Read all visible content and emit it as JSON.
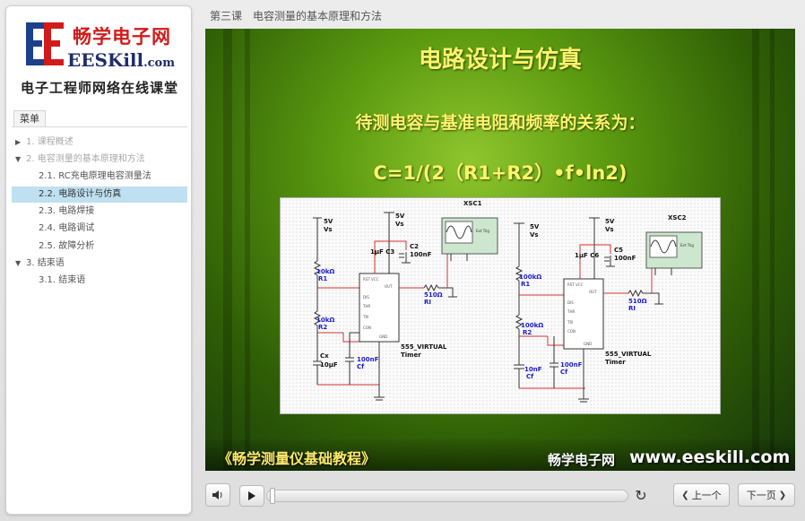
{
  "logo": {
    "brand": "畅学电子网",
    "site_main": "EESKill",
    "site_suffix": ".com",
    "slogan": "电子工程师网络在线课堂"
  },
  "menu": {
    "tab_label": "菜单",
    "items": [
      {
        "label": "1. 课程概述",
        "level": 1,
        "expanded": false,
        "dim": true
      },
      {
        "label": "2. 电容测量的基本原理和方法",
        "level": 1,
        "expanded": true,
        "dim": true
      },
      {
        "label": "2.1. RC充电原理电容测量法",
        "level": 2,
        "dim": false
      },
      {
        "label": "2.2. 电路设计与仿真",
        "level": 2,
        "selected": true
      },
      {
        "label": "2.3. 电路焊接",
        "level": 2
      },
      {
        "label": "2.4. 电路调试",
        "level": 2
      },
      {
        "label": "2.5. 故障分析",
        "level": 2
      },
      {
        "label": "3. 结束语",
        "level": 1,
        "expanded": true
      },
      {
        "label": "3.1. 结束语",
        "level": 2
      }
    ]
  },
  "breadcrumb": "第三课　电容测量的基本原理和方法",
  "slide": {
    "title": "电路设计与仿真",
    "subtitle": "待测电容与基准电阻和频率的关系为：",
    "formula": "C=1/(2（R1+R2）•f•ln2)",
    "footer_left": "《畅学测量仪基础教程》",
    "footer_brand": "畅学电子网",
    "footer_url": "www.eeskill.com",
    "circuit": {
      "left": {
        "vcc": "5V",
        "vs": "Vs",
        "vcc2": "5V",
        "vs2": "Vs",
        "r1_val": "10kΩ",
        "r1": "R1",
        "r2_val": "10kΩ",
        "r2": "R2",
        "c3": "1μF C3",
        "c2": "C2",
        "c2_val": "100nF",
        "ri_val": "510Ω",
        "ri": "RI",
        "cx": "Cx",
        "cx_val": "10μF",
        "cf_val": "100nF",
        "cf": "Cf",
        "timer1": "555_VIRTUAL",
        "timer2": "Timer",
        "scope": "XSC1"
      },
      "right": {
        "vcc": "5V",
        "vs": "Vs",
        "vcc2": "5V",
        "vs2": "Vs",
        "r1_val": "100kΩ",
        "r1": "R1",
        "r2_val": "100kΩ",
        "r2": "R2",
        "c6": "1μF C6",
        "c5": "C5",
        "c5_val": "100nF",
        "ri_val": "510Ω",
        "ri": "RI",
        "cf1_val": "10nF",
        "cf1": "Cf",
        "cf_val": "100nF",
        "cf": "Cf",
        "timer1": "555_VIRTUAL",
        "timer2": "Timer",
        "scope": "XSC2"
      }
    }
  },
  "controls": {
    "progress": 0.01,
    "prev_label": "上一个",
    "next_label": "下一页"
  },
  "colors": {
    "accent": "#bfe0f1",
    "slide_text": "#fff36a",
    "brand_red": "#d11b1b",
    "brand_blue": "#1e2d6b"
  }
}
